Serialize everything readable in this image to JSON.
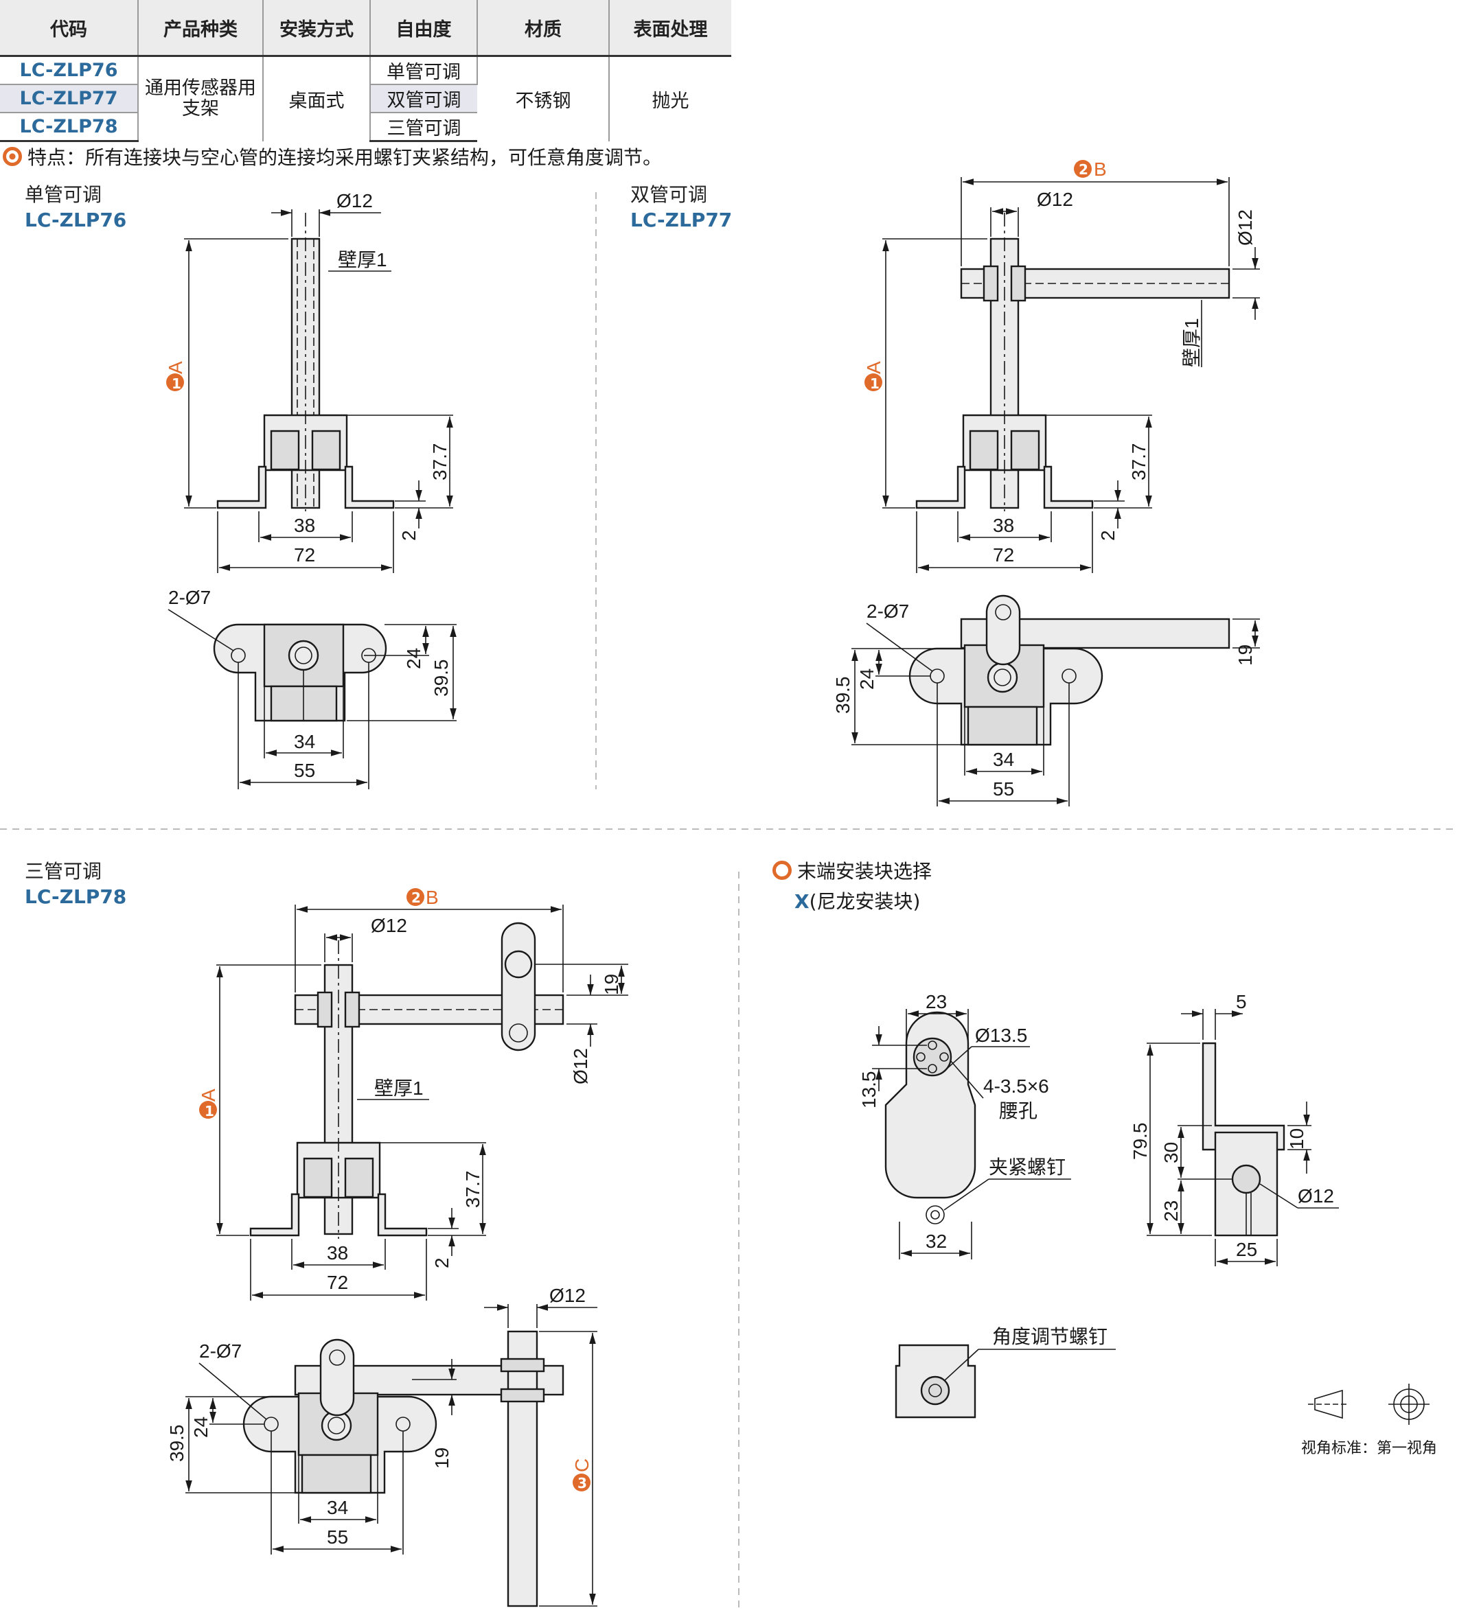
{
  "table": {
    "headers": [
      "代码",
      "产品种类",
      "安装方式",
      "自由度",
      "材质",
      "表面处理"
    ],
    "rows": [
      {
        "code": "LC-ZLP76",
        "freedom": "单管可调"
      },
      {
        "code": "LC-ZLP77",
        "freedom": "双管可调"
      },
      {
        "code": "LC-ZLP78",
        "freedom": "三管可调"
      }
    ],
    "product_type": "通用传感器用支架",
    "mount": "桌面式",
    "material": "不锈钢",
    "finish": "抛光"
  },
  "feature": "特点：所有连接块与空心管的连接均采用螺钉夹紧结构，可任意角度调节。",
  "sections": {
    "single": {
      "name": "单管可调",
      "code": "LC-ZLP76"
    },
    "double": {
      "name": "双管可调",
      "code": "LC-ZLP77"
    },
    "triple": {
      "name": "三管可调",
      "code": "LC-ZLP78"
    }
  },
  "end_block": {
    "title": "末端安装块选择",
    "subtitle_code": "X",
    "subtitle_text": "(尼龙安装块)"
  },
  "dims": {
    "d12": "Ø12",
    "wall": "壁厚1",
    "h377": "37.7",
    "w38": "38",
    "w72": "72",
    "t2": "2",
    "holes": "2-Ø7",
    "w34": "34",
    "w55": "55",
    "h24": "24",
    "h395": "39.5",
    "h19": "19",
    "tagA": "A",
    "tagB": "B",
    "tagC": "C",
    "n1": "1",
    "n2": "2",
    "n3": "3",
    "e23": "23",
    "e135d": "Ø13.5",
    "e135": "13.5",
    "slots": "4-3.5×6",
    "slots2": "腰孔",
    "clamp": "夹紧螺钉",
    "e32": "32",
    "e5": "5",
    "e795": "79.5",
    "e30": "30",
    "e10": "10",
    "e23b": "23",
    "e25": "25",
    "angle_screw": "角度调节螺钉"
  },
  "view_standard": "视角标准：第一视角",
  "colors": {
    "accent": "#e06a2a",
    "code": "#2b6a9b"
  }
}
